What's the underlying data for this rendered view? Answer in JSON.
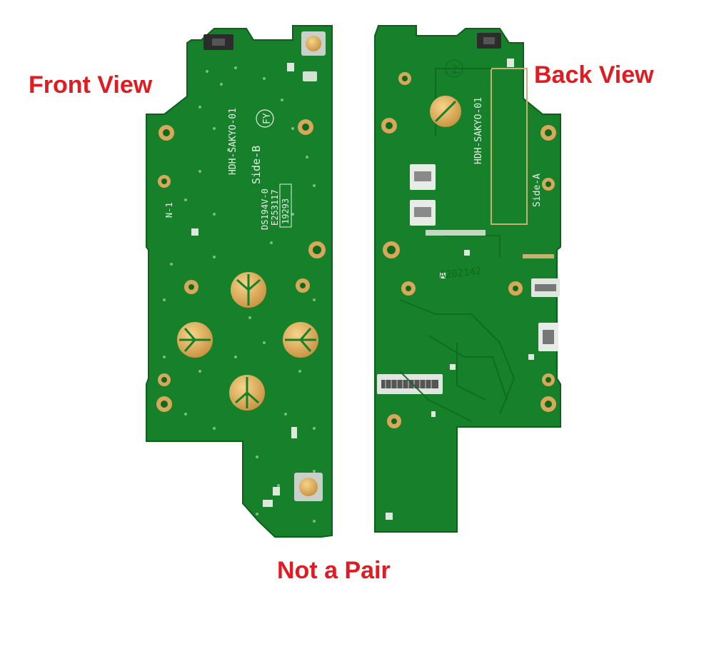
{
  "captions": {
    "front": "Front View",
    "back": "Back View",
    "pair": "Not a Pair"
  },
  "front_board": {
    "silkscreen": [
      "HDH-SAKYO-01",
      "Side-B",
      "FY",
      "DS194V-0",
      "E253117",
      "19293",
      "N-1"
    ]
  },
  "back_board": {
    "silkscreen": [
      "HDH-SAKYO-01",
      "Side-A",
      "FY",
      "A202142"
    ]
  },
  "colors": {
    "caption": "#e01b22",
    "pcb": "#16812a",
    "pcb_dark": "#0f6a20",
    "gold": "#e6b65e",
    "pad": "#d9a85a",
    "background": "#ffffff"
  }
}
